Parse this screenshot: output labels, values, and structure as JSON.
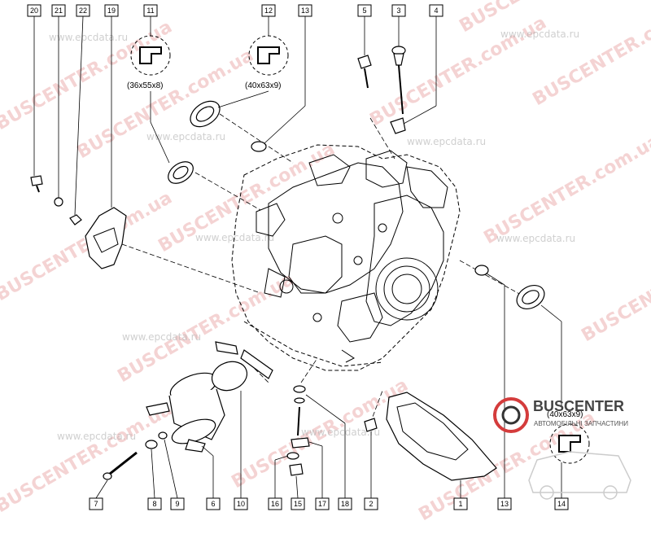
{
  "callouts": [
    {
      "id": "c20",
      "label": "20"
    },
    {
      "id": "c21",
      "label": "21"
    },
    {
      "id": "c22",
      "label": "22"
    },
    {
      "id": "c19",
      "label": "19"
    },
    {
      "id": "c11",
      "label": "11"
    },
    {
      "id": "c12",
      "label": "12"
    },
    {
      "id": "c13a",
      "label": "13"
    },
    {
      "id": "c5",
      "label": "5"
    },
    {
      "id": "c3",
      "label": "3"
    },
    {
      "id": "c4",
      "label": "4"
    },
    {
      "id": "c7",
      "label": "7"
    },
    {
      "id": "c8",
      "label": "8"
    },
    {
      "id": "c9",
      "label": "9"
    },
    {
      "id": "c6",
      "label": "6"
    },
    {
      "id": "c10",
      "label": "10"
    },
    {
      "id": "c16",
      "label": "16"
    },
    {
      "id": "c15",
      "label": "15"
    },
    {
      "id": "c17",
      "label": "17"
    },
    {
      "id": "c18",
      "label": "18"
    },
    {
      "id": "c2",
      "label": "2"
    },
    {
      "id": "c1",
      "label": "1"
    },
    {
      "id": "c13b",
      "label": "13"
    },
    {
      "id": "c14",
      "label": "14"
    }
  ],
  "seal_sizes": {
    "seal_11": "(36x55x8)",
    "seal_12": "(40x63x9)",
    "seal_14": "(40x63x9)"
  },
  "watermarks": {
    "buscenter": "BUSCENTER.com.ua",
    "epcdata": "www.epcdata.ru"
  },
  "logo": {
    "name": "BUSCENTER",
    "tagline": "АВТОМОБІЛЬНІ ЗАПЧАСТИНИ"
  },
  "colors": {
    "line": "#000000",
    "watermark": "#e8a0a0",
    "logo_accent": "#d43c3c"
  }
}
